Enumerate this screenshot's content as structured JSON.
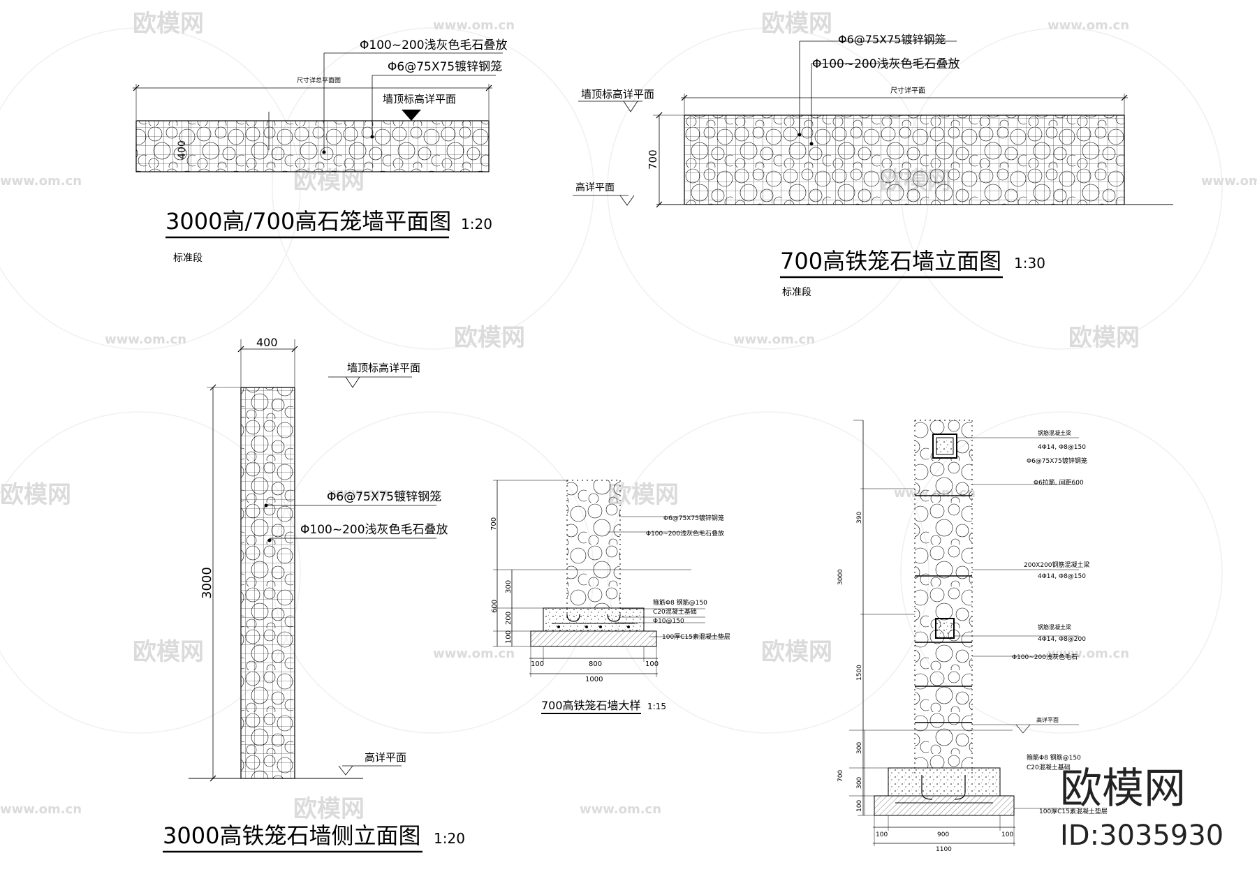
{
  "plan": {
    "title": "3000高/700高石笼墙平面图",
    "scale": "1:20",
    "sub": "标准段",
    "note1": "Φ100~200浅灰色毛石叠放",
    "note2": "Φ6@75X75镀锌钢笼",
    "note3": "墙顶标高详平面",
    "dimlabel": "尺寸详总平面图",
    "dim": "400"
  },
  "elev700": {
    "title": "700高铁笼石墙立面图",
    "scale": "1:30",
    "sub": "标准段",
    "note1": "Φ6@75X75镀锌钢笼",
    "note2": "Φ100~200浅灰色毛石叠放",
    "top": "墙顶标高详平面",
    "bottom": "高详平面",
    "dimlabel": "尺寸详平面",
    "dim": "700"
  },
  "side3000": {
    "title": "3000高铁笼石墙侧立面图",
    "scale": "1:20",
    "dimtop": "400",
    "dimh": "3000",
    "top": "墙顶标高详平面",
    "bottom": "高详平面",
    "note1": "Φ6@75X75镀锌钢笼",
    "note2": "Φ100~200浅灰色毛石叠放"
  },
  "detail700": {
    "title": "700高铁笼石墙大样",
    "scale": "1:15",
    "n1": "Φ6@75X75镀锌钢笼",
    "n2": "Φ100~200浅灰色毛石叠放",
    "n3": "箍筋Φ8 钢筋@150",
    "n4": "C20混凝土基础",
    "n5": "Φ10@150",
    "n6": "100厚C15素混凝土垫层",
    "d700": "700",
    "d600": "600",
    "d300": "300",
    "d200": "200",
    "d100": "100",
    "b100a": "100",
    "b800": "800",
    "b100b": "100",
    "b1000": "1000"
  },
  "detail3000": {
    "n1": "钢筋混凝土梁",
    "n2": "4Φ14, Φ8@150",
    "n3": "Φ6@75X75镀锌钢笼",
    "n4": "Φ6拉筋, 间距600",
    "n5": "200X200钢筋混凝土梁",
    "n6": "4Φ14, Φ8@150",
    "n7": "钢筋混凝土梁",
    "n8": "4Φ14, Φ8@200",
    "n9": "Φ100~200浅灰色毛石",
    "n10": "高详平面",
    "n11": "箍筋Φ8 钢筋@150",
    "n12": "C20混凝土基础",
    "n13": "100厚C15素混凝土垫层",
    "v390": "390",
    "v3000": "3000",
    "v1500": "1500",
    "v300a": "300",
    "v700": "700",
    "v300b": "300",
    "v100": "100",
    "b100a": "100",
    "b900": "900",
    "b100b": "100",
    "b1100": "1100"
  },
  "brand": {
    "name": "欧模网",
    "id": "ID:3035930"
  },
  "watermark": {
    "logo": "欧模网",
    "url": "www.om.cn"
  }
}
